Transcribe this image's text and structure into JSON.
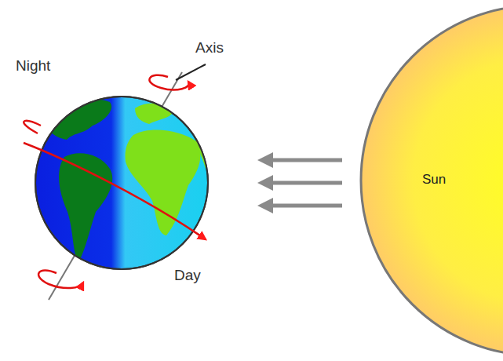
{
  "diagram": {
    "nodes": [
      {
        "text": [
          "Sun"
        ]
      }
    ],
    "labels": [
      "Axis",
      "Night",
      "Day"
    ]
  }
}
